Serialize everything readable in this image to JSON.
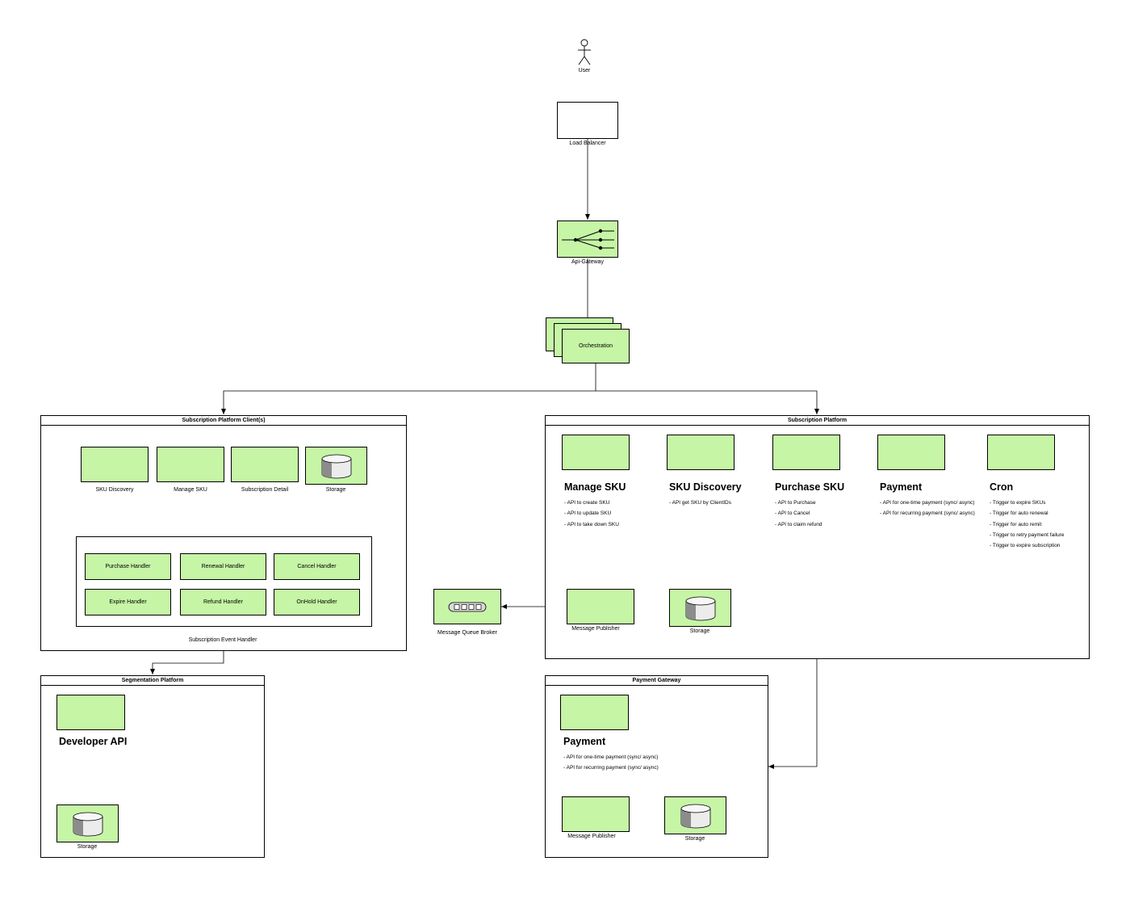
{
  "user": {
    "label": "User"
  },
  "load_balancer": {
    "label": "Load Balancer"
  },
  "api_gateway": {
    "label": "Api-Gateway"
  },
  "orchestration": {
    "label": "Orchestration"
  },
  "spc": {
    "title": "Subscription Platform Client(s)",
    "boxes": [
      "SKU Discovery",
      "Manage SKU",
      "Subscription Detail",
      "Storage"
    ],
    "handlers": [
      "Purchase Handler",
      "Renewal Handler",
      "Cancel Handler",
      "Expire Handler",
      "Refund Handler",
      "OnHold Handler"
    ],
    "handler_group_label": "Subscription  Event Handler"
  },
  "sp": {
    "title": "Subscription Platform",
    "services": [
      {
        "title": "Manage SKU",
        "bullets": [
          "- API to create SKU",
          "- API to update SKU",
          "- API to take down SKU"
        ]
      },
      {
        "title": "SKU Discovery",
        "bullets": [
          "- API get SKU by ClientIDs"
        ]
      },
      {
        "title": "Purchase SKU",
        "bullets": [
          "- API to Purchase",
          "- API to Cancel",
          "- API to claim refund"
        ]
      },
      {
        "title": "Payment",
        "bullets": [
          "- API for one-time payment (sync/ async)",
          "- API for recurring payment  (sync/ async)"
        ]
      },
      {
        "title": "Cron",
        "bullets": [
          "- Trigger to expire SKUs",
          "- Trigger for auto renewal",
          "- Trigger for auto remit",
          "- Trigger to retry payment failure",
          "- Trigger to expire subscription"
        ]
      }
    ],
    "message_publisher": "Message Publisher",
    "storage": "Storage"
  },
  "mq": {
    "label": "Message Queue Broker"
  },
  "seg": {
    "title": "Segmentation Platform",
    "api_title": "Developer API",
    "storage": "Storage"
  },
  "pg": {
    "title": "Payment Gateway",
    "service_title": "Payment",
    "bullets": [
      "- API for one-time payment (sync/ async)",
      "- API for recurring payment  (sync/ async)"
    ],
    "message_publisher": "Message Publisher",
    "storage": "Storage"
  },
  "colors": {
    "node_fill": "#c6f5a6",
    "stroke": "#000000",
    "background": "#ffffff"
  }
}
